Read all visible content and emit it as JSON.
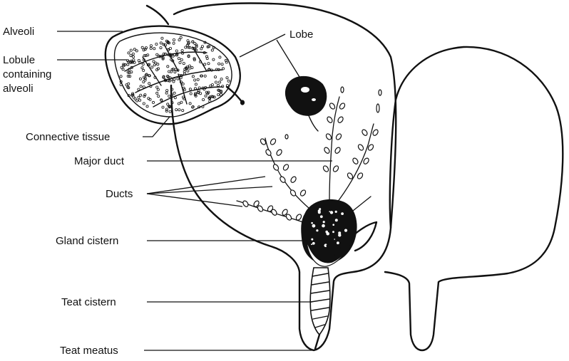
{
  "labels": {
    "alveoli": "Alveoli",
    "lobule_line1": "Lobule",
    "lobule_line2": "containing",
    "lobule_line3": "alveoli",
    "connective_tissue": "Connective tissue",
    "lobe": "Lobe",
    "major_duct": "Major duct",
    "ducts": "Ducts",
    "gland_cistern": "Gland cistern",
    "teat_cistern": "Teat cistern",
    "teat_meatus": "Teat meatus"
  }
}
